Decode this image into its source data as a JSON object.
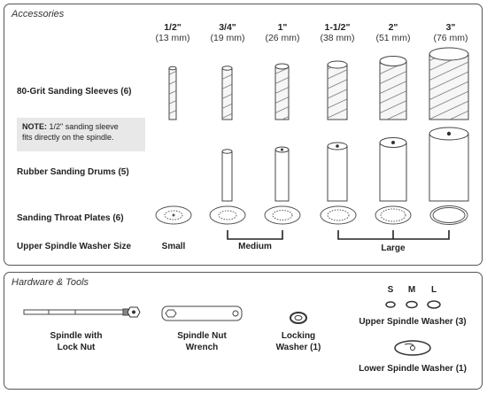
{
  "accessories": {
    "title": "Accessories",
    "sizes": [
      {
        "inch": "1/2\"",
        "mm": "(13 mm)"
      },
      {
        "inch": "3/4\"",
        "mm": "(19 mm)"
      },
      {
        "inch": "1\"",
        "mm": "(26 mm)"
      },
      {
        "inch": "1-1/2\"",
        "mm": "(38 mm)"
      },
      {
        "inch": "2\"",
        "mm": "(51 mm)"
      },
      {
        "inch": "3\"",
        "mm": "(76 mm)"
      }
    ],
    "rows": {
      "sleeves": "80-Grit Sanding Sleeves (6)",
      "drums": "Rubber Sanding Drums (5)",
      "plates": "Sanding Throat Plates (6)",
      "washer_size": "Upper Spindle Washer Size"
    },
    "note": {
      "bold": "NOTE:",
      "line1": " 1/2\" sanding sleeve",
      "line2": "fits directly on the spindle."
    },
    "washer_groups": {
      "small": "Small",
      "medium": "Medium",
      "large": "Large"
    }
  },
  "hardware": {
    "title": "Hardware & Tools",
    "spindle": {
      "line1": "Spindle with",
      "line2": "Lock Nut"
    },
    "wrench": {
      "line1": "Spindle Nut",
      "line2": "Wrench"
    },
    "locking_washer": {
      "line1": "Locking",
      "line2": "Washer (1)"
    },
    "upper_washer": {
      "s": "S",
      "m": "M",
      "l": "L",
      "label": "Upper Spindle Washer (3)"
    },
    "lower_washer": {
      "label": "Lower Spindle Washer (1)"
    }
  }
}
